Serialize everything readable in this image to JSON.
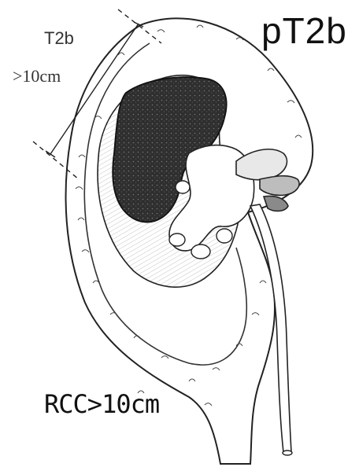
{
  "labels": {
    "stage": "pT2b",
    "size_category": "T2b",
    "size_threshold": ">10cm",
    "caption": "RCC>10cm"
  },
  "colors": {
    "ink": "#222222",
    "tumor": "#2a2a2a",
    "background": "#ffffff"
  },
  "illustration": {
    "subject": "kidney-cross-section-with-tumor",
    "style": "pencil-sketch"
  }
}
